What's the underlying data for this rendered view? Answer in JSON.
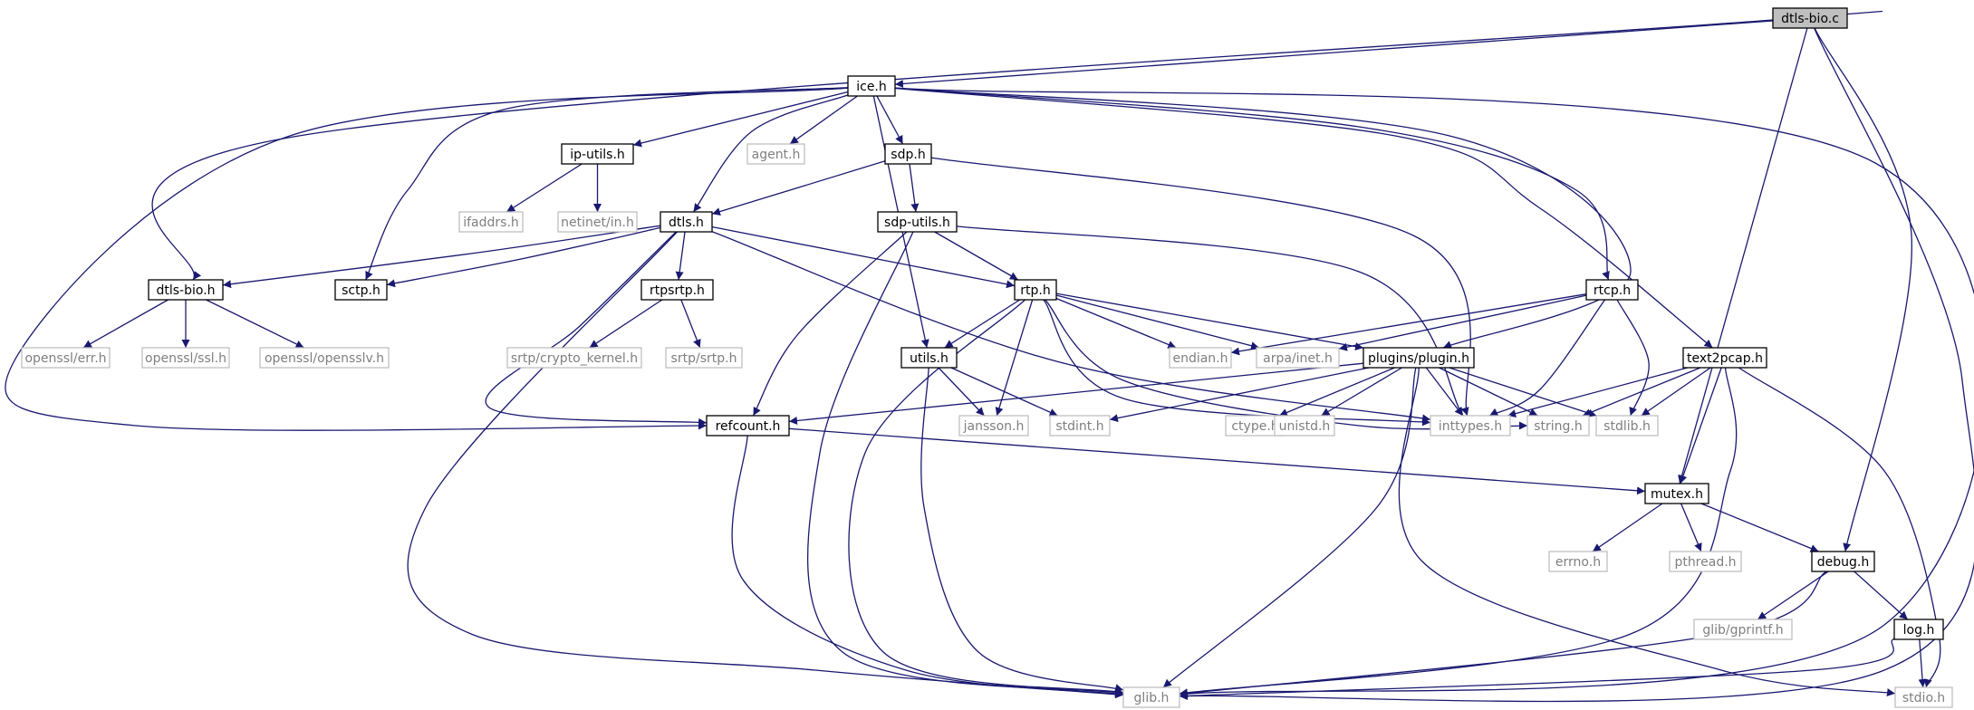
{
  "diagram": {
    "colors": {
      "edge": "#191970",
      "root_fill": "#bfbfbf",
      "root_text": "#000000",
      "documented_border": "#000000",
      "documented_text": "#000000",
      "external_border": "#bfbfbf",
      "external_text": "#7f7f7f"
    },
    "nodes": [
      {
        "id": "dtls_bio_c",
        "label": "dtls-bio.c",
        "kind": "root"
      },
      {
        "id": "ice_h",
        "label": "ice.h",
        "kind": "documented"
      },
      {
        "id": "dtls_bio_h",
        "label": "dtls-bio.h",
        "kind": "documented"
      },
      {
        "id": "mutex_h",
        "label": "mutex.h",
        "kind": "documented"
      },
      {
        "id": "debug_h",
        "label": "debug.h",
        "kind": "documented"
      },
      {
        "id": "glib_h",
        "label": "glib.h",
        "kind": "external"
      },
      {
        "id": "ip_utils_h",
        "label": "ip-utils.h",
        "kind": "documented"
      },
      {
        "id": "agent_h",
        "label": "agent.h",
        "kind": "external"
      },
      {
        "id": "sdp_h",
        "label": "sdp.h",
        "kind": "documented"
      },
      {
        "id": "ifaddrs_h",
        "label": "ifaddrs.h",
        "kind": "external"
      },
      {
        "id": "netinet_in_h",
        "label": "netinet/in.h",
        "kind": "external"
      },
      {
        "id": "dtls_h",
        "label": "dtls.h",
        "kind": "documented"
      },
      {
        "id": "sdp_utils_h",
        "label": "sdp-utils.h",
        "kind": "documented"
      },
      {
        "id": "sctp_h",
        "label": "sctp.h",
        "kind": "documented"
      },
      {
        "id": "rtpsrtp_h",
        "label": "rtpsrtp.h",
        "kind": "documented"
      },
      {
        "id": "rtp_h",
        "label": "rtp.h",
        "kind": "documented"
      },
      {
        "id": "rtcp_h",
        "label": "rtcp.h",
        "kind": "documented"
      },
      {
        "id": "text2pcap_h",
        "label": "text2pcap.h",
        "kind": "documented"
      },
      {
        "id": "openssl_err_h",
        "label": "openssl/err.h",
        "kind": "external"
      },
      {
        "id": "openssl_ssl_h",
        "label": "openssl/ssl.h",
        "kind": "external"
      },
      {
        "id": "openssl_opensslv_h",
        "label": "openssl/opensslv.h",
        "kind": "external"
      },
      {
        "id": "srtp_crypto_kernel_h",
        "label": "srtp/crypto_kernel.h",
        "kind": "external"
      },
      {
        "id": "srtp_srtp_h",
        "label": "srtp/srtp.h",
        "kind": "external"
      },
      {
        "id": "utils_h",
        "label": "utils.h",
        "kind": "documented"
      },
      {
        "id": "endian_h",
        "label": "endian.h",
        "kind": "external"
      },
      {
        "id": "arpa_inet_h",
        "label": "arpa/inet.h",
        "kind": "external"
      },
      {
        "id": "plugins_plugin_h",
        "label": "plugins/plugin.h",
        "kind": "documented"
      },
      {
        "id": "refcount_h",
        "label": "refcount.h",
        "kind": "documented"
      },
      {
        "id": "jansson_h",
        "label": "jansson.h",
        "kind": "external"
      },
      {
        "id": "stdint_h",
        "label": "stdint.h",
        "kind": "external"
      },
      {
        "id": "ctype_h",
        "label": "ctype.h",
        "kind": "external"
      },
      {
        "id": "unistd_h",
        "label": "unistd.h",
        "kind": "external"
      },
      {
        "id": "inttypes_h",
        "label": "inttypes.h",
        "kind": "external"
      },
      {
        "id": "string_h",
        "label": "string.h",
        "kind": "external"
      },
      {
        "id": "stdlib_h",
        "label": "stdlib.h",
        "kind": "external"
      },
      {
        "id": "errno_h",
        "label": "errno.h",
        "kind": "external"
      },
      {
        "id": "pthread_h",
        "label": "pthread.h",
        "kind": "external"
      },
      {
        "id": "glib_gprintf_h",
        "label": "glib/gprintf.h",
        "kind": "external"
      },
      {
        "id": "log_h",
        "label": "log.h",
        "kind": "documented"
      },
      {
        "id": "stdio_h",
        "label": "stdio.h",
        "kind": "external"
      }
    ],
    "edges": [
      {
        "from": "dtls_bio_c",
        "to": "ice_h"
      },
      {
        "from": "dtls_bio_c",
        "to": "dtls_bio_h"
      },
      {
        "from": "dtls_bio_c",
        "to": "mutex_h"
      },
      {
        "from": "dtls_bio_c",
        "to": "debug_h"
      },
      {
        "from": "dtls_bio_c",
        "to": "glib_h"
      },
      {
        "from": "ice_h",
        "to": "ip_utils_h"
      },
      {
        "from": "ice_h",
        "to": "agent_h"
      },
      {
        "from": "ice_h",
        "to": "sdp_h"
      },
      {
        "from": "ice_h",
        "to": "dtls_h"
      },
      {
        "from": "ice_h",
        "to": "sctp_h"
      },
      {
        "from": "ice_h",
        "to": "refcount_h"
      },
      {
        "from": "ice_h",
        "to": "utils_h"
      },
      {
        "from": "ice_h",
        "to": "rtcp_h"
      },
      {
        "from": "ice_h",
        "to": "plugins_plugin_h"
      },
      {
        "from": "ice_h",
        "to": "text2pcap_h"
      },
      {
        "from": "ice_h",
        "to": "glib_h"
      },
      {
        "from": "ip_utils_h",
        "to": "ifaddrs_h"
      },
      {
        "from": "ip_utils_h",
        "to": "netinet_in_h"
      },
      {
        "from": "sdp_h",
        "to": "dtls_h"
      },
      {
        "from": "sdp_h",
        "to": "sdp_utils_h"
      },
      {
        "from": "sdp_h",
        "to": "inttypes_h"
      },
      {
        "from": "dtls_h",
        "to": "dtls_bio_h"
      },
      {
        "from": "dtls_h",
        "to": "sctp_h"
      },
      {
        "from": "dtls_h",
        "to": "rtpsrtp_h"
      },
      {
        "from": "dtls_h",
        "to": "rtp_h"
      },
      {
        "from": "dtls_h",
        "to": "refcount_h"
      },
      {
        "from": "dtls_h",
        "to": "inttypes_h"
      },
      {
        "from": "dtls_h",
        "to": "glib_h"
      },
      {
        "from": "sdp_utils_h",
        "to": "rtp_h"
      },
      {
        "from": "sdp_utils_h",
        "to": "refcount_h"
      },
      {
        "from": "sdp_utils_h",
        "to": "inttypes_h"
      },
      {
        "from": "sdp_utils_h",
        "to": "glib_h"
      },
      {
        "from": "dtls_bio_h",
        "to": "openssl_err_h"
      },
      {
        "from": "dtls_bio_h",
        "to": "openssl_ssl_h"
      },
      {
        "from": "dtls_bio_h",
        "to": "openssl_opensslv_h"
      },
      {
        "from": "rtpsrtp_h",
        "to": "srtp_crypto_kernel_h"
      },
      {
        "from": "rtpsrtp_h",
        "to": "srtp_srtp_h"
      },
      {
        "from": "rtp_h",
        "to": "utils_h"
      },
      {
        "from": "rtp_h",
        "to": "endian_h"
      },
      {
        "from": "rtp_h",
        "to": "arpa_inet_h"
      },
      {
        "from": "rtp_h",
        "to": "plugins_plugin_h"
      },
      {
        "from": "rtp_h",
        "to": "jansson_h"
      },
      {
        "from": "rtp_h",
        "to": "inttypes_h"
      },
      {
        "from": "rtp_h",
        "to": "string_h"
      },
      {
        "from": "rtp_h",
        "to": "glib_h"
      },
      {
        "from": "rtcp_h",
        "to": "endian_h"
      },
      {
        "from": "rtcp_h",
        "to": "arpa_inet_h"
      },
      {
        "from": "rtcp_h",
        "to": "inttypes_h"
      },
      {
        "from": "rtcp_h",
        "to": "stdlib_h"
      },
      {
        "from": "text2pcap_h",
        "to": "inttypes_h"
      },
      {
        "from": "text2pcap_h",
        "to": "string_h"
      },
      {
        "from": "text2pcap_h",
        "to": "stdlib_h"
      },
      {
        "from": "text2pcap_h",
        "to": "mutex_h"
      },
      {
        "from": "text2pcap_h",
        "to": "glib_h"
      },
      {
        "from": "text2pcap_h",
        "to": "stdio_h"
      },
      {
        "from": "utils_h",
        "to": "jansson_h"
      },
      {
        "from": "utils_h",
        "to": "stdint_h"
      },
      {
        "from": "utils_h",
        "to": "glib_h"
      },
      {
        "from": "plugins_plugin_h",
        "to": "refcount_h"
      },
      {
        "from": "plugins_plugin_h",
        "to": "stdint_h"
      },
      {
        "from": "plugins_plugin_h",
        "to": "ctype_h"
      },
      {
        "from": "plugins_plugin_h",
        "to": "unistd_h"
      },
      {
        "from": "plugins_plugin_h",
        "to": "inttypes_h"
      },
      {
        "from": "plugins_plugin_h",
        "to": "string_h"
      },
      {
        "from": "plugins_plugin_h",
        "to": "stdlib_h"
      },
      {
        "from": "plugins_plugin_h",
        "to": "glib_h"
      },
      {
        "from": "plugins_plugin_h",
        "to": "stdio_h"
      },
      {
        "from": "refcount_h",
        "to": "mutex_h"
      },
      {
        "from": "refcount_h",
        "to": "glib_h"
      },
      {
        "from": "mutex_h",
        "to": "errno_h"
      },
      {
        "from": "mutex_h",
        "to": "pthread_h"
      },
      {
        "from": "mutex_h",
        "to": "debug_h"
      },
      {
        "from": "debug_h",
        "to": "glib_gprintf_h"
      },
      {
        "from": "debug_h",
        "to": "log_h"
      },
      {
        "from": "debug_h",
        "to": "glib_h"
      },
      {
        "from": "log_h",
        "to": "stdio_h"
      },
      {
        "from": "log_h",
        "to": "glib_h"
      }
    ]
  }
}
